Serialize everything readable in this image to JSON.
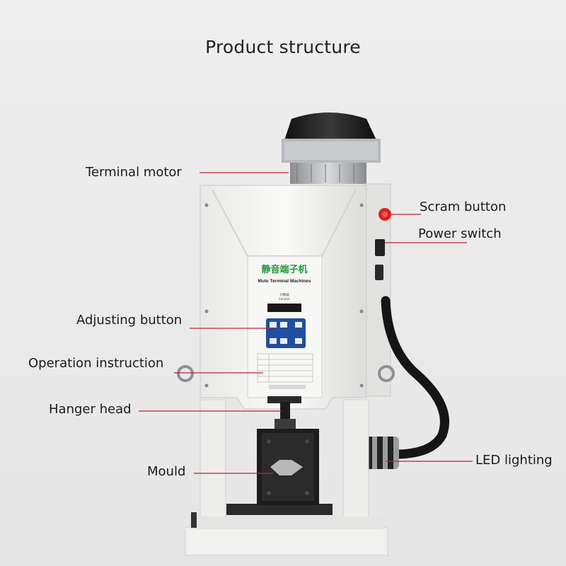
{
  "title": "Product structure",
  "labels": {
    "terminal_motor": "Terminal motor",
    "scram_button": "Scram button",
    "power_switch": "Power switch",
    "adjusting_button": "Adjusting button",
    "operation_instruction": "Operation instruction",
    "hanger_head": "Hanger head",
    "mould": "Mould",
    "led_lighting": "LED lighting"
  },
  "machine_text": {
    "brand_cn": "静音端子机",
    "brand_en": "Mute Terminal Machines",
    "counter_cn": "计数器",
    "counter_en": "Counter"
  },
  "colors": {
    "leader_line": "#c4202e",
    "machine_body": "#f4f4f2",
    "brand_green": "#1e9a3a",
    "keypad_blue": "#1f4f9e",
    "scram_red": "#d52420"
  }
}
